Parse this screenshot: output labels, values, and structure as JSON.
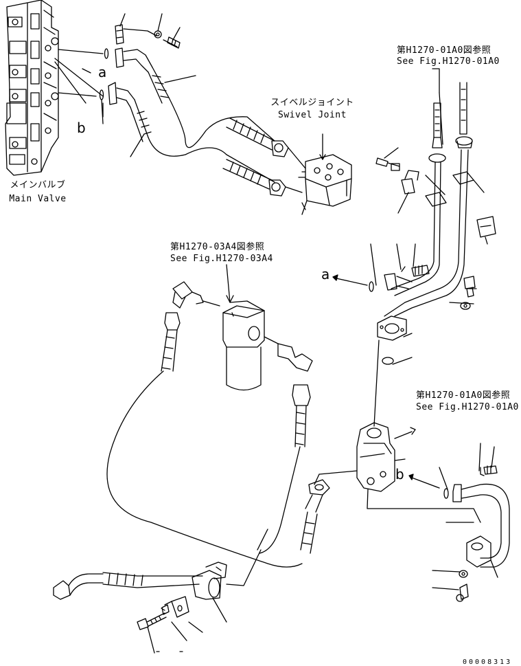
{
  "labels": {
    "main_valve_jp": "メインバルブ",
    "main_valve_en": "Main Valve",
    "swivel_jp": "スイベルジョイント",
    "swivel_en": "Swivel Joint",
    "ref1_jp": "第H1270-01A0図参照",
    "ref1_en": "See Fig.H1270-01A0",
    "ref2_jp": "第H1270-03A4図参照",
    "ref2_en": "See Fig.H1270-03A4",
    "ref3_jp": "第H1270-01A0図参照",
    "ref3_en": "See Fig.H1270-01A0",
    "letter_a_top": "a",
    "letter_b_top": "b",
    "letter_a_mid": "a",
    "letter_b_mid": "b",
    "drawing_number": "00008313"
  },
  "colors": {
    "line": "#000000",
    "background": "#ffffff"
  }
}
